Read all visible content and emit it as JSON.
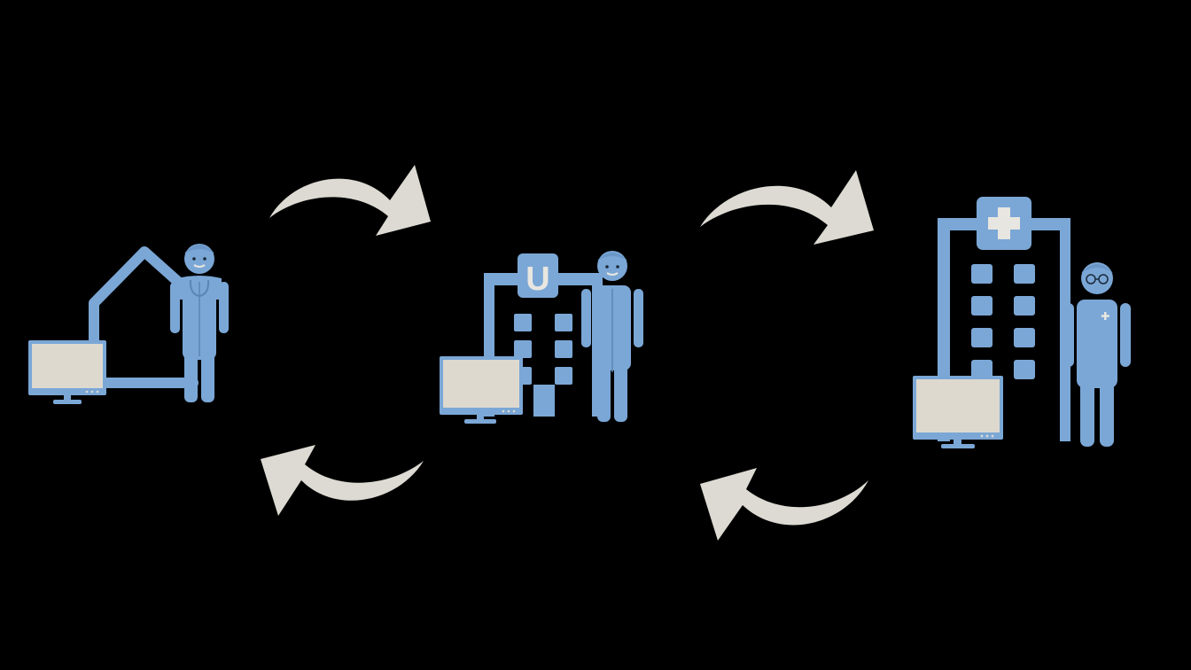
{
  "colors": {
    "background": "#000000",
    "icon_blue": "#7ba7d6",
    "icon_blue_dark": "#6a97c8",
    "screen_fill": "#ddd9cf",
    "arrow_fill": "#dcdad2"
  },
  "nodes": [
    {
      "id": "home",
      "icon": "house-icon",
      "has_monitor": true,
      "has_person": true
    },
    {
      "id": "university",
      "icon": "university-building-icon",
      "badge_text": "U",
      "has_monitor": true,
      "has_person": true
    },
    {
      "id": "hospital",
      "icon": "hospital-building-icon",
      "badge": "cross",
      "has_monitor": true,
      "has_person": true
    }
  ],
  "arrows": [
    {
      "from": "home",
      "to": "university",
      "direction": "forward"
    },
    {
      "from": "university",
      "to": "hospital",
      "direction": "forward"
    },
    {
      "from": "university",
      "to": "home",
      "direction": "backward"
    },
    {
      "from": "hospital",
      "to": "university",
      "direction": "backward"
    }
  ]
}
